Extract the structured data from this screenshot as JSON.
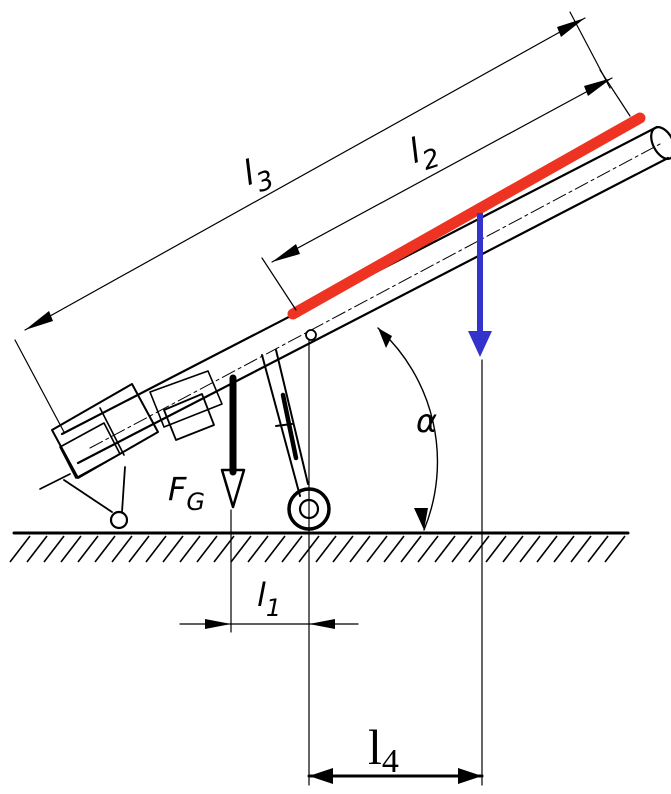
{
  "labels": {
    "l3": "l",
    "l3_sub": "3",
    "l2": "l",
    "l2_sub": "2",
    "l1": "l",
    "l1_sub": "1",
    "l4": "l",
    "l4_sub": "4",
    "fg": "F",
    "fg_sub": "G",
    "alpha": "α"
  },
  "colors": {
    "load_line": "#ee3322",
    "load_force": "#3333cc",
    "ink": "#000000"
  }
}
